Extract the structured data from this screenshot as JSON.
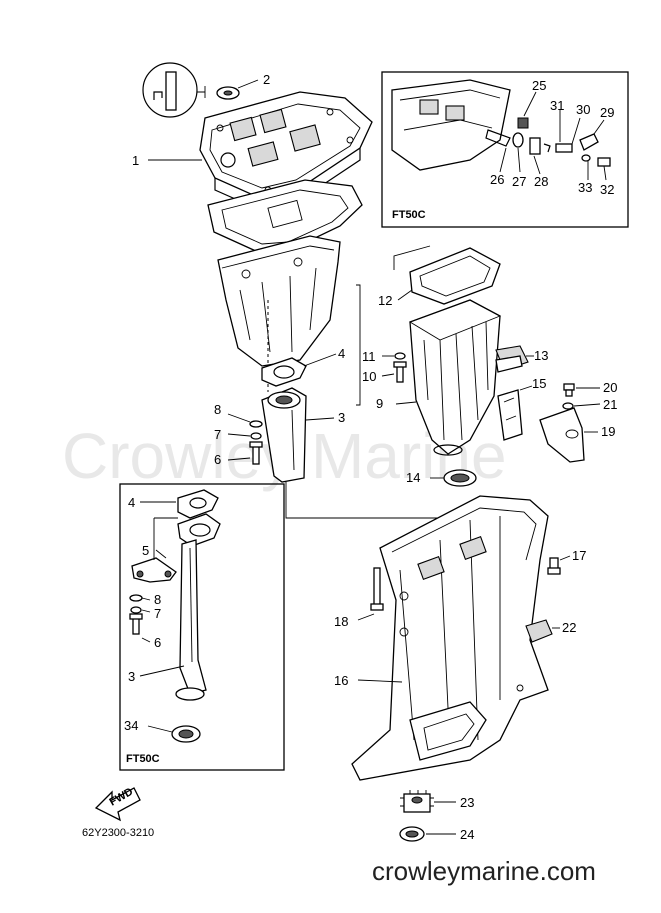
{
  "diagram": {
    "watermark": "Crowley Marine",
    "footer_site": "crowleymarine.com",
    "drawing_code": "62Y2300-3210",
    "inset_top_label": "FT50C",
    "inset_left_label": "FT50C",
    "fwd_label": "FWD",
    "callouts": {
      "c1": "1",
      "c2": "2",
      "c3": "3",
      "c3b": "3",
      "c4": "4",
      "c4b": "4",
      "c5": "5",
      "c6": "6",
      "c6b": "6",
      "c7": "7",
      "c7b": "7",
      "c8": "8",
      "c8b": "8",
      "c9": "9",
      "c10": "10",
      "c11": "11",
      "c12": "12",
      "c13": "13",
      "c14": "14",
      "c15": "15",
      "c16": "16",
      "c17": "17",
      "c18": "18",
      "c19": "19",
      "c20": "20",
      "c21": "21",
      "c22": "22",
      "c23": "23",
      "c24": "24",
      "c25": "25",
      "c26": "26",
      "c27": "27",
      "c28": "28",
      "c29": "29",
      "c30": "30",
      "c31": "31",
      "c32": "32",
      "c33": "33",
      "c34": "34"
    }
  }
}
